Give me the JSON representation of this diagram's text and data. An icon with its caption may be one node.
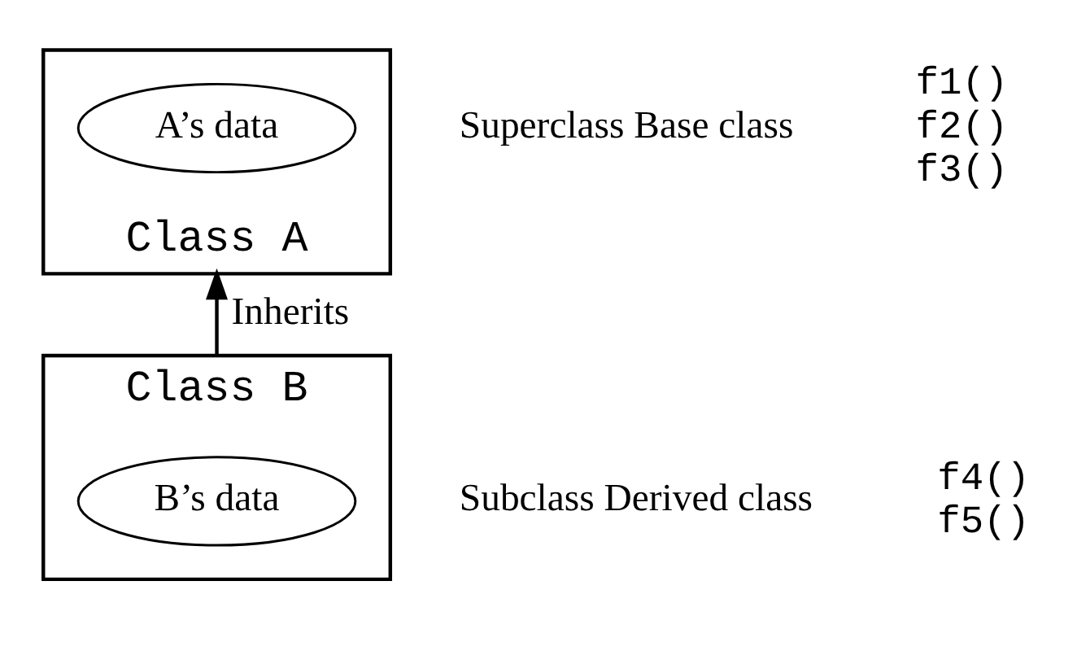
{
  "diagram": {
    "nodes": [
      {
        "text": [
          "Class A"
        ],
        "beside": [
          "Superclass Base class",
          "f1()",
          "f2()",
          "f3()"
        ]
      },
      {
        "text": [
          "A’s data"
        ],
        "in": 0
      },
      {
        "text": [
          "Class B"
        ],
        "beside": [
          "Subclass Derived class",
          "f4()",
          "f5()"
        ]
      },
      {
        "text": [
          "B’s data"
        ],
        "in": 2
      }
    ],
    "edges": [
      {
        "from": 2,
        "to": 0,
        "arrow": "to",
        "label": "Inherits"
      }
    ]
  }
}
